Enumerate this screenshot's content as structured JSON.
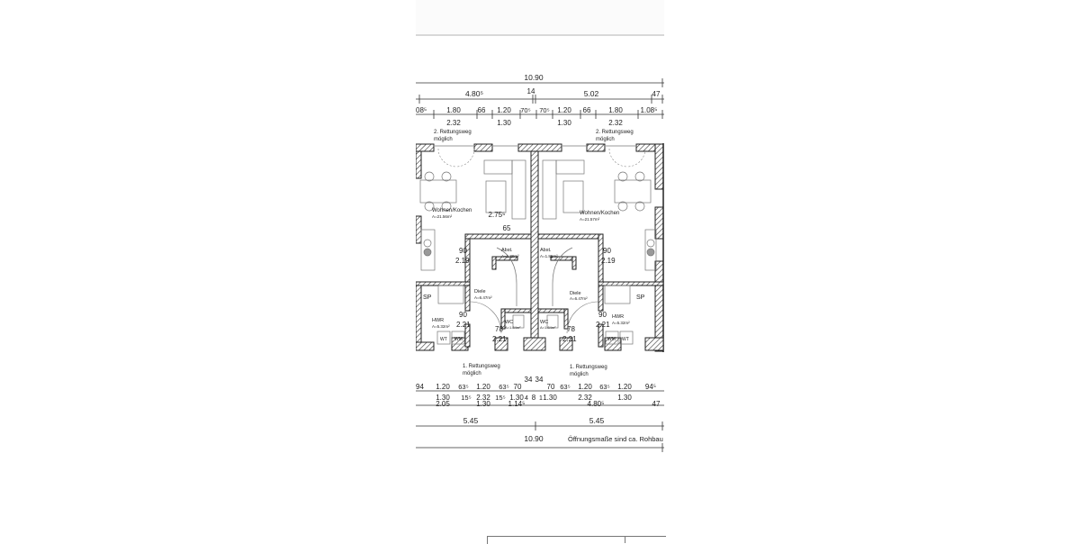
{
  "viewer": {
    "page_strip": "previous-page-bottom"
  },
  "floorplan": {
    "top_dims": {
      "total": "10.90",
      "row2": [
        "4.80⁵",
        "14",
        "5.02",
        "47"
      ],
      "row3": [
        "08⁵",
        "1.80",
        "66",
        "1.20",
        "70⁵",
        "70⁵",
        "1.20",
        "66",
        "1.80",
        "1.08⁵"
      ],
      "row3_sub": [
        "2.32",
        "1.30",
        "1.30",
        "2.32"
      ]
    },
    "notes": {
      "escape2_left_line1": "2. Rettungsweg",
      "escape2_left_line2": "möglich",
      "escape2_right_line1": "2. Rettungsweg",
      "escape2_right_line2": "möglich",
      "escape1_left_line1": "1. Rettungsweg",
      "escape1_left_line2": "möglich",
      "escape1_right_line1": "1. Rettungsweg",
      "escape1_right_line2": "möglich",
      "opening_note": "Öffnungsmaße sind ca. Rohbau"
    },
    "rooms": {
      "living_left": {
        "name": "Wohnen/Kochen",
        "area": "A=21.56m²"
      },
      "living_right": {
        "name": "Wohnen/Kochen",
        "area": "A=21.57m²"
      },
      "landing_left": {
        "name": "Abst.",
        "area": "A=1.39m²"
      },
      "landing_right": {
        "name": "Abst.",
        "area": "A=1.85m²"
      },
      "hall_left": {
        "name": "Diele",
        "area": "A=6.47m²"
      },
      "hall_right": {
        "name": "Diele",
        "area": "A=6.47m²"
      },
      "wc_left": {
        "name": "WC",
        "area": "A=1.84m²"
      },
      "wc_right": {
        "name": "WC",
        "area": "A=1.84m²"
      },
      "utility_left": {
        "name": "HWR",
        "area": "A=5.32m²"
      },
      "utility_right": {
        "name": "HWR",
        "area": "A=5.32m²"
      }
    },
    "labels": {
      "sp": "SP",
      "wt": "WT",
      "wm": "WM",
      "dim_2755": "2.75⁵",
      "dim_65": "65",
      "door_90": "90",
      "door_219": "2.19",
      "door_221": "2.21",
      "door_78": "78"
    },
    "bottom_dims": {
      "row1": [
        "94",
        "1.20",
        "63⁵",
        "1.20",
        "63⁵",
        "70",
        "34",
        "34",
        "70",
        "63⁵",
        "1.20",
        "63⁵",
        "1.20",
        "94⁵"
      ],
      "row1_sub": [
        "1.30",
        "15⁵",
        "2.32",
        "15⁵",
        "1.30",
        "4",
        "8",
        "1",
        "1.30",
        "2.32",
        "1.30"
      ],
      "row2": [
        "2.05",
        "1.30",
        "1.14⁵",
        "4.80⁵",
        "47"
      ],
      "row3": [
        "5.45",
        "5.45"
      ],
      "total": "10.90"
    }
  }
}
